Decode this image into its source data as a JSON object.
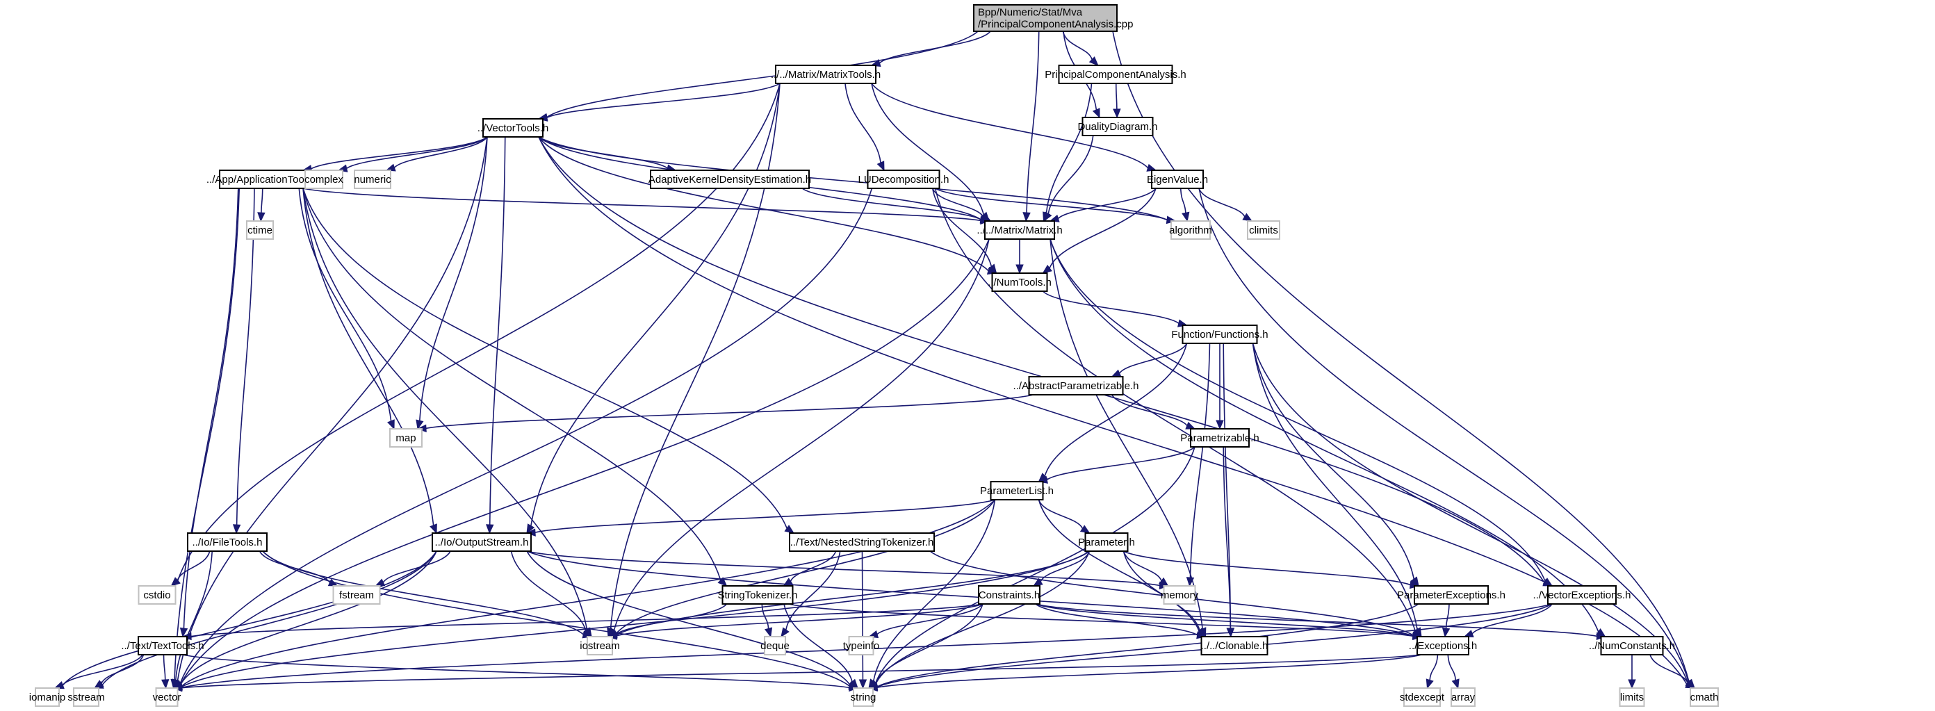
{
  "diagram": {
    "title": "Include dependency graph for PrincipalComponentAnalysis.cpp",
    "edge_color": "#191970",
    "root_fill": "#bfbfbf",
    "system_border": "#c0c0c0",
    "nodes": [
      {
        "id": "root",
        "label": [
          "Bpp/Numeric/Stat/Mva",
          "/PrincipalComponentAnalysis.cpp"
        ],
        "kind": "root"
      },
      {
        "id": "matrixtools",
        "label": [
          "../../Matrix/MatrixTools.h"
        ],
        "kind": "file"
      },
      {
        "id": "pca_h",
        "label": [
          "PrincipalComponentAnalysis.h"
        ],
        "kind": "file"
      },
      {
        "id": "duality",
        "label": [
          "DualityDiagram.h"
        ],
        "kind": "file"
      },
      {
        "id": "vectortools",
        "label": [
          "../VectorTools.h"
        ],
        "kind": "file"
      },
      {
        "id": "apptools",
        "label": [
          "../App/ApplicationTools.h"
        ],
        "kind": "file"
      },
      {
        "id": "complex",
        "label": [
          "complex"
        ],
        "kind": "system"
      },
      {
        "id": "numeric",
        "label": [
          "numeric"
        ],
        "kind": "system"
      },
      {
        "id": "akde",
        "label": [
          "AdaptiveKernelDensityEstimation.h"
        ],
        "kind": "file"
      },
      {
        "id": "lu",
        "label": [
          "LUDecomposition.h"
        ],
        "kind": "file"
      },
      {
        "id": "eigen",
        "label": [
          "EigenValue.h"
        ],
        "kind": "file"
      },
      {
        "id": "ctime",
        "label": [
          "ctime"
        ],
        "kind": "system"
      },
      {
        "id": "matrix",
        "label": [
          "../../Matrix/Matrix.h"
        ],
        "kind": "file"
      },
      {
        "id": "algorithm",
        "label": [
          "algorithm"
        ],
        "kind": "system"
      },
      {
        "id": "climits",
        "label": [
          "climits"
        ],
        "kind": "system"
      },
      {
        "id": "numtools",
        "label": [
          "../NumTools.h"
        ],
        "kind": "file"
      },
      {
        "id": "functions",
        "label": [
          "Function/Functions.h"
        ],
        "kind": "file"
      },
      {
        "id": "abstractparam",
        "label": [
          "../AbstractParametrizable.h"
        ],
        "kind": "file"
      },
      {
        "id": "map",
        "label": [
          "map"
        ],
        "kind": "system"
      },
      {
        "id": "parametrizable",
        "label": [
          "Parametrizable.h"
        ],
        "kind": "file"
      },
      {
        "id": "paramlist",
        "label": [
          "ParameterList.h"
        ],
        "kind": "file"
      },
      {
        "id": "filetools",
        "label": [
          "../Io/FileTools.h"
        ],
        "kind": "file"
      },
      {
        "id": "outputstream",
        "label": [
          "../Io/OutputStream.h"
        ],
        "kind": "file"
      },
      {
        "id": "nestedtok",
        "label": [
          "../Text/NestedStringTokenizer.h"
        ],
        "kind": "file"
      },
      {
        "id": "parameter",
        "label": [
          "Parameter.h"
        ],
        "kind": "file"
      },
      {
        "id": "cstdio",
        "label": [
          "cstdio"
        ],
        "kind": "system"
      },
      {
        "id": "fstream",
        "label": [
          "fstream"
        ],
        "kind": "system"
      },
      {
        "id": "stringtok",
        "label": [
          "StringTokenizer.h"
        ],
        "kind": "file"
      },
      {
        "id": "constraints",
        "label": [
          "Constraints.h"
        ],
        "kind": "file"
      },
      {
        "id": "memory",
        "label": [
          "memory"
        ],
        "kind": "system"
      },
      {
        "id": "paramexc",
        "label": [
          "ParameterExceptions.h"
        ],
        "kind": "file"
      },
      {
        "id": "vectorexc",
        "label": [
          "../VectorExceptions.h"
        ],
        "kind": "file"
      },
      {
        "id": "texttools",
        "label": [
          "../Text/TextTools.h"
        ],
        "kind": "file"
      },
      {
        "id": "iostream",
        "label": [
          "iostream"
        ],
        "kind": "system"
      },
      {
        "id": "deque",
        "label": [
          "deque"
        ],
        "kind": "system"
      },
      {
        "id": "typeinfo",
        "label": [
          "typeinfo"
        ],
        "kind": "system"
      },
      {
        "id": "clonable",
        "label": [
          "../../Clonable.h"
        ],
        "kind": "file"
      },
      {
        "id": "exceptions",
        "label": [
          "../Exceptions.h"
        ],
        "kind": "file"
      },
      {
        "id": "numconst",
        "label": [
          "../NumConstants.h"
        ],
        "kind": "file"
      },
      {
        "id": "iomanip",
        "label": [
          "iomanip"
        ],
        "kind": "system"
      },
      {
        "id": "sstream",
        "label": [
          "sstream"
        ],
        "kind": "system"
      },
      {
        "id": "vector",
        "label": [
          "vector"
        ],
        "kind": "system"
      },
      {
        "id": "string",
        "label": [
          "string"
        ],
        "kind": "system"
      },
      {
        "id": "stdexcept",
        "label": [
          "stdexcept"
        ],
        "kind": "system"
      },
      {
        "id": "array",
        "label": [
          "array"
        ],
        "kind": "system"
      },
      {
        "id": "limits",
        "label": [
          "limits"
        ],
        "kind": "system"
      },
      {
        "id": "cmath",
        "label": [
          "cmath"
        ],
        "kind": "system"
      }
    ],
    "edges": [
      [
        "root",
        "matrixtools"
      ],
      [
        "root",
        "pca_h"
      ],
      [
        "root",
        "duality"
      ],
      [
        "root",
        "vectortools"
      ],
      [
        "root",
        "matrix"
      ],
      [
        "root",
        "cmath"
      ],
      [
        "matrixtools",
        "vectortools"
      ],
      [
        "matrixtools",
        "matrix"
      ],
      [
        "matrixtools",
        "lu"
      ],
      [
        "matrixtools",
        "eigen"
      ],
      [
        "matrixtools",
        "outputstream"
      ],
      [
        "matrixtools",
        "iostream"
      ],
      [
        "matrixtools",
        "cstdio"
      ],
      [
        "pca_h",
        "duality"
      ],
      [
        "pca_h",
        "matrix"
      ],
      [
        "duality",
        "matrix"
      ],
      [
        "vectortools",
        "apptools"
      ],
      [
        "vectortools",
        "complex"
      ],
      [
        "vectortools",
        "numeric"
      ],
      [
        "vectortools",
        "akde"
      ],
      [
        "vectortools",
        "matrix"
      ],
      [
        "vectortools",
        "algorithm"
      ],
      [
        "vectortools",
        "numtools"
      ],
      [
        "vectortools",
        "map"
      ],
      [
        "vectortools",
        "outputstream"
      ],
      [
        "vectortools",
        "vectorexc"
      ],
      [
        "vectortools",
        "cmath"
      ],
      [
        "vectortools",
        "vector"
      ],
      [
        "apptools",
        "ctime"
      ],
      [
        "apptools",
        "filetools"
      ],
      [
        "apptools",
        "outputstream"
      ],
      [
        "apptools",
        "map"
      ],
      [
        "apptools",
        "nestedtok"
      ],
      [
        "apptools",
        "stringtok"
      ],
      [
        "apptools",
        "texttools"
      ],
      [
        "apptools",
        "iostream"
      ],
      [
        "apptools",
        "vector"
      ],
      [
        "apptools",
        "matrix"
      ],
      [
        "akde",
        "matrix"
      ],
      [
        "lu",
        "matrix"
      ],
      [
        "lu",
        "numtools"
      ],
      [
        "lu",
        "algorithm"
      ],
      [
        "lu",
        "exceptions"
      ],
      [
        "lu",
        "vector"
      ],
      [
        "eigen",
        "matrix"
      ],
      [
        "eigen",
        "algorithm"
      ],
      [
        "eigen",
        "climits"
      ],
      [
        "eigen",
        "numtools"
      ],
      [
        "eigen",
        "cmath"
      ],
      [
        "matrix",
        "numtools"
      ],
      [
        "matrix",
        "vectorexc"
      ],
      [
        "matrix",
        "clonable"
      ],
      [
        "matrix",
        "numconst"
      ],
      [
        "matrix",
        "iostream"
      ],
      [
        "matrix",
        "vector"
      ],
      [
        "numtools",
        "functions"
      ],
      [
        "functions",
        "abstractparam"
      ],
      [
        "functions",
        "parametrizable"
      ],
      [
        "functions",
        "paramlist"
      ],
      [
        "functions",
        "memory"
      ],
      [
        "functions",
        "clonable"
      ],
      [
        "functions",
        "paramexc"
      ],
      [
        "functions",
        "exceptions"
      ],
      [
        "functions",
        "cmath"
      ],
      [
        "abstractparam",
        "map"
      ],
      [
        "abstractparam",
        "parametrizable"
      ],
      [
        "parametrizable",
        "paramlist"
      ],
      [
        "parametrizable",
        "clonable"
      ],
      [
        "parametrizable",
        "string"
      ],
      [
        "paramlist",
        "parameter"
      ],
      [
        "paramlist",
        "outputstream"
      ],
      [
        "paramlist",
        "iostream"
      ],
      [
        "paramlist",
        "string"
      ],
      [
        "paramlist",
        "clonable"
      ],
      [
        "paramlist",
        "vector"
      ],
      [
        "filetools",
        "cstdio"
      ],
      [
        "filetools",
        "fstream"
      ],
      [
        "filetools",
        "iostream"
      ],
      [
        "filetools",
        "vector"
      ],
      [
        "filetools",
        "string"
      ],
      [
        "outputstream",
        "fstream"
      ],
      [
        "outputstream",
        "iostream"
      ],
      [
        "outputstream",
        "string"
      ],
      [
        "outputstream",
        "iomanip"
      ],
      [
        "outputstream",
        "sstream"
      ],
      [
        "outputstream",
        "vector"
      ],
      [
        "outputstream",
        "memory"
      ],
      [
        "outputstream",
        "exceptions"
      ],
      [
        "nestedtok",
        "stringtok"
      ],
      [
        "nestedtok",
        "deque"
      ],
      [
        "nestedtok",
        "string"
      ],
      [
        "nestedtok",
        "exceptions"
      ],
      [
        "parameter",
        "constraints"
      ],
      [
        "parameter",
        "memory"
      ],
      [
        "parameter",
        "paramexc"
      ],
      [
        "parameter",
        "clonable"
      ],
      [
        "parameter",
        "iostream"
      ],
      [
        "parameter",
        "string"
      ],
      [
        "parameter",
        "vector"
      ],
      [
        "stringtok",
        "deque"
      ],
      [
        "stringtok",
        "string"
      ],
      [
        "stringtok",
        "iostream"
      ],
      [
        "stringtok",
        "exceptions"
      ],
      [
        "constraints",
        "typeinfo"
      ],
      [
        "constraints",
        "string"
      ],
      [
        "constraints",
        "iostream"
      ],
      [
        "constraints",
        "clonable"
      ],
      [
        "constraints",
        "numconst"
      ],
      [
        "constraints",
        "texttools"
      ],
      [
        "constraints",
        "exceptions"
      ],
      [
        "paramexc",
        "exceptions"
      ],
      [
        "paramexc",
        "string"
      ],
      [
        "vectorexc",
        "exceptions"
      ],
      [
        "vectorexc",
        "string"
      ],
      [
        "vectorexc",
        "vector"
      ],
      [
        "texttools",
        "iomanip"
      ],
      [
        "texttools",
        "sstream"
      ],
      [
        "texttools",
        "vector"
      ],
      [
        "texttools",
        "string"
      ],
      [
        "exceptions",
        "stdexcept"
      ],
      [
        "exceptions",
        "array"
      ],
      [
        "exceptions",
        "string"
      ],
      [
        "exceptions",
        "vector"
      ],
      [
        "numconst",
        "limits"
      ],
      [
        "numconst",
        "cmath"
      ]
    ]
  }
}
